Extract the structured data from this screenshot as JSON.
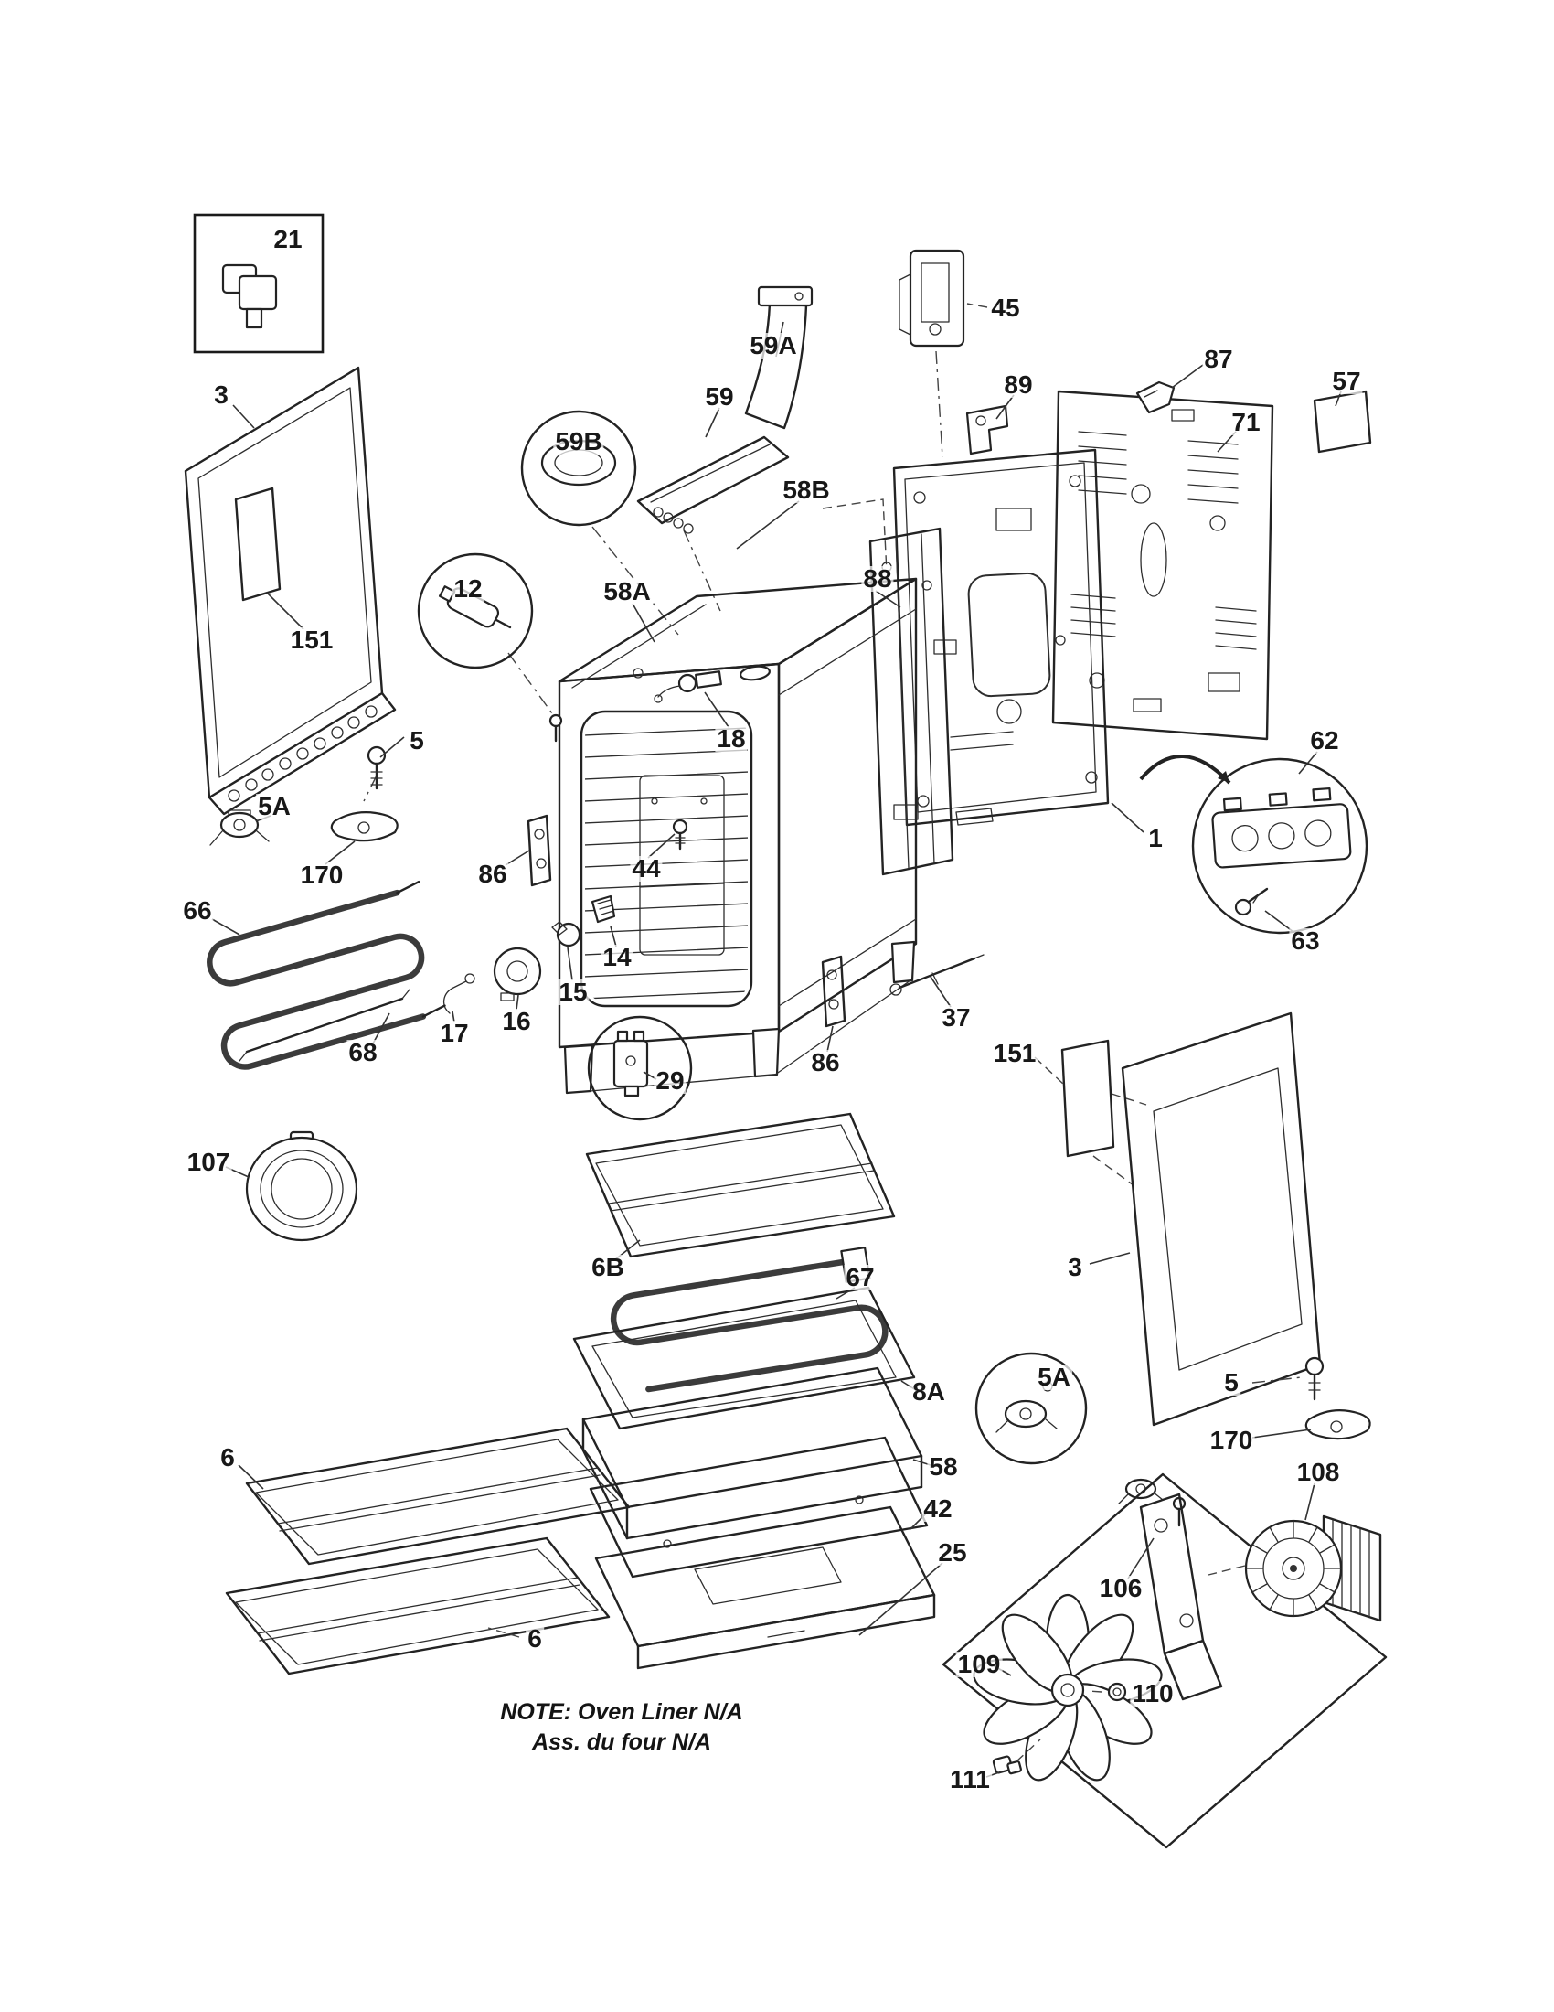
{
  "note": {
    "line1": "NOTE: Oven Liner N/A",
    "line2": "Ass. du four N/A"
  },
  "callouts": {
    "c21": "21",
    "c3_left": "3",
    "c151_left": "151",
    "c5_left": "5",
    "c5a_left": "5A",
    "c170_left": "170",
    "c66": "66",
    "c17": "17",
    "c16": "16",
    "c68": "68",
    "c107": "107",
    "c12": "12",
    "c59b": "59B",
    "c59": "59",
    "c59a": "59A",
    "c45": "45",
    "c87": "87",
    "c57": "57",
    "c71": "71",
    "c89": "89",
    "c58b": "58B",
    "c88": "88",
    "c58a": "58A",
    "c18": "18",
    "c86_left": "86",
    "c44": "44",
    "c14": "14",
    "c15": "15",
    "c29": "29",
    "c86_right": "86",
    "c37": "37",
    "c1": "1",
    "c62": "62",
    "c63": "63",
    "c151_right": "151",
    "c3_right": "3",
    "c5a_right": "5A",
    "c5_right": "5",
    "c170_right": "170",
    "c6b": "6B",
    "c67": "67",
    "c8a": "8A",
    "c58": "58",
    "c42": "42",
    "c25": "25",
    "c6_top": "6",
    "c6_bottom": "6",
    "c108": "108",
    "c106": "106",
    "c109": "109",
    "c110": "110",
    "c111": "111"
  }
}
